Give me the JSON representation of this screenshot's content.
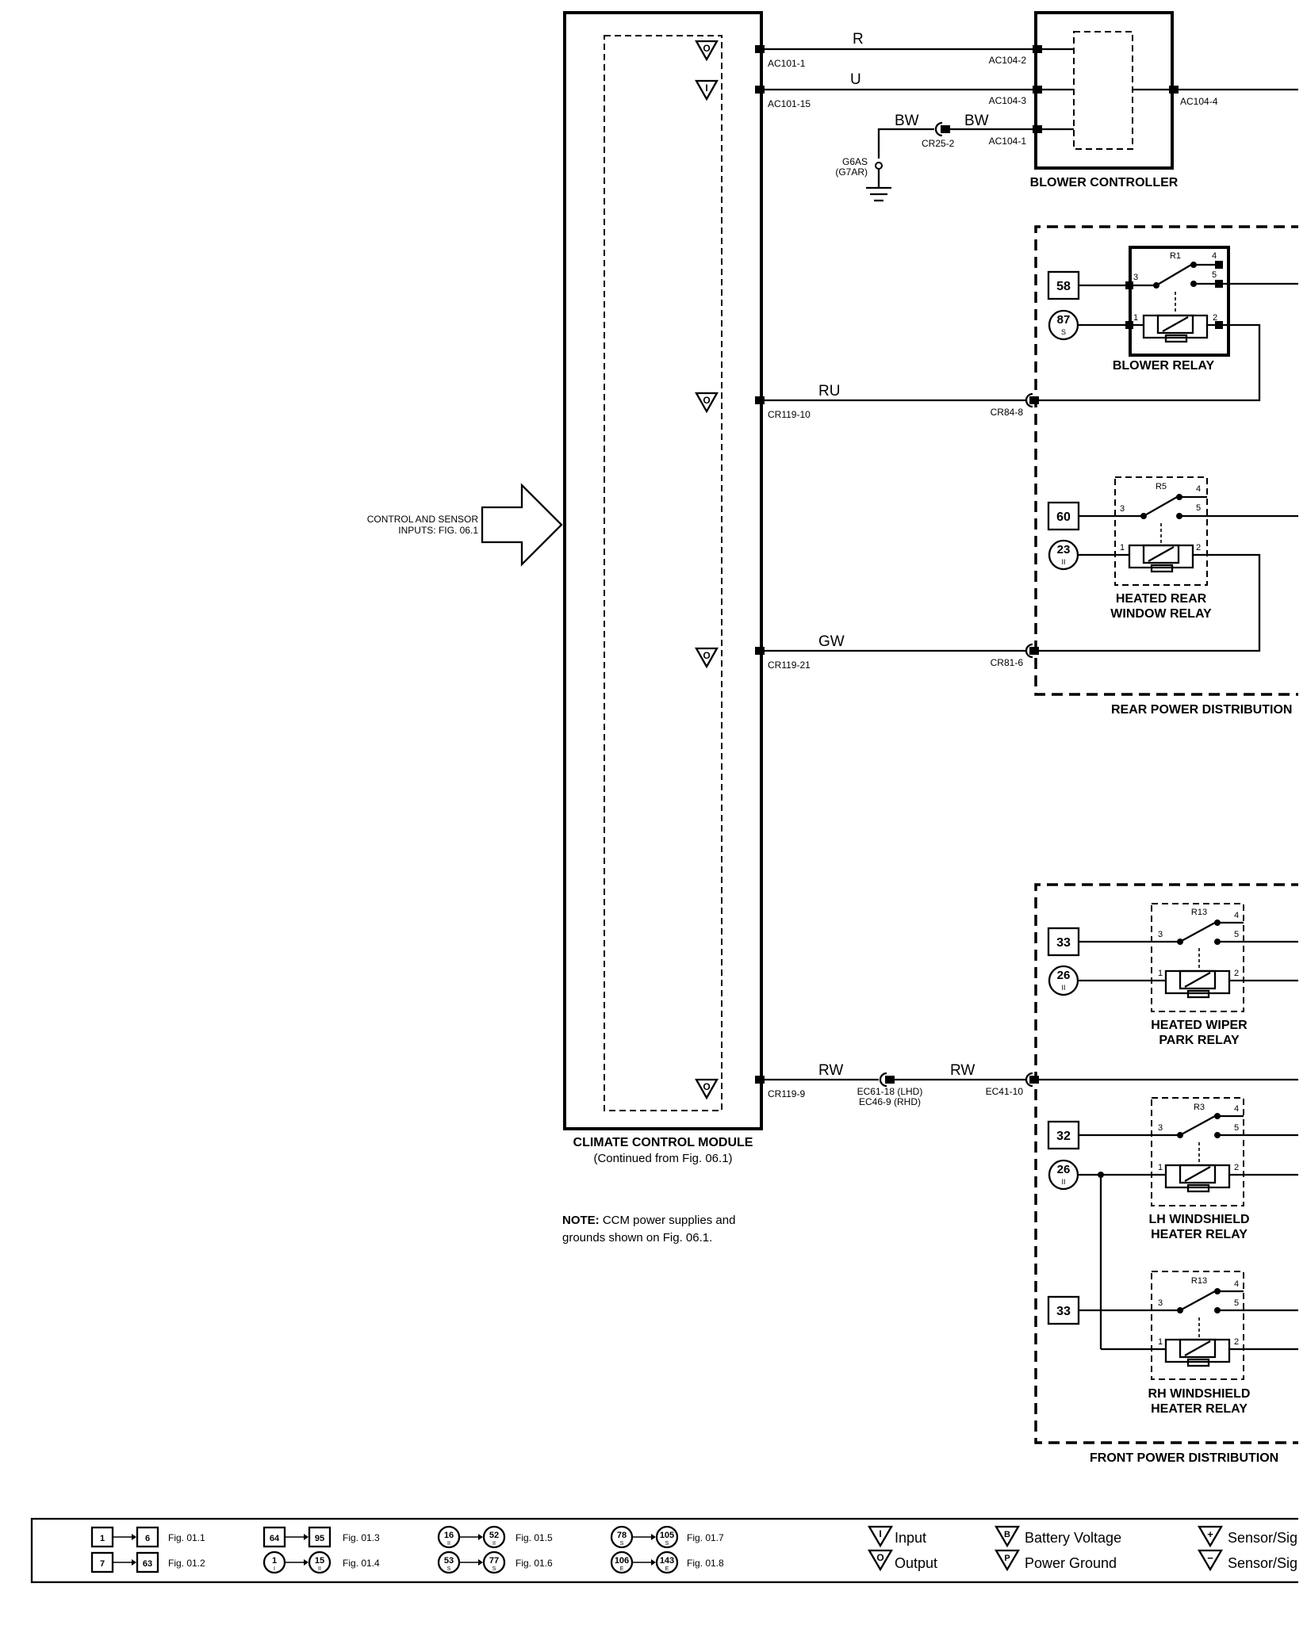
{
  "module": {
    "title": "CLIMATE CONTROL MODULE",
    "subtitle": "(Continued from Fig. 06.1)",
    "note_bold": "NOTE:",
    "note_line1": " CCM power supplies and",
    "note_line2": "grounds shown on Fig. 06.1."
  },
  "inputs_arrow": {
    "line1": "CONTROL AND SENSOR",
    "line2": "INPUTS: FIG. 06.1"
  },
  "pin_symbols": {
    "output": "O",
    "input": "I"
  },
  "wires": {
    "r": "R",
    "u": "U",
    "bw1": "BW",
    "bw2": "BW",
    "ru": "RU",
    "gw": "GW",
    "rw1": "RW",
    "rw2": "RW"
  },
  "connectors": {
    "ac101_1": "AC101-1",
    "ac101_15": "AC101-15",
    "ac104_2": "AC104-2",
    "ac104_3": "AC104-3",
    "ac104_1": "AC104-1",
    "ac104_4": "AC104-4",
    "cr25_2": "CR25-2",
    "g6as": "G6AS",
    "g7ar": "(G7AR)",
    "cr119_10": "CR119-10",
    "cr84_8": "CR84-8",
    "cr119_21": "CR119-21",
    "cr81_6": "CR81-6",
    "cr119_9": "CR119-9",
    "ec61_18": "EC61-18 (LHD)",
    "ec46_9": "EC46-9 (RHD)",
    "ec41_10": "EC41-10"
  },
  "blower_controller": {
    "label": "BLOWER CONTROLLER"
  },
  "rear_distribution": {
    "label": "REAR POWER DISTRIBUTION"
  },
  "front_distribution": {
    "label": "FRONT POWER DISTRIBUTION"
  },
  "relays": {
    "blower": {
      "id": "R1",
      "line1": "BLOWER RELAY",
      "line2": "",
      "fuse_box": "58",
      "fuse_circle": "87",
      "fuse_sub": "S"
    },
    "heated_rear": {
      "id": "R5",
      "line1": "HEATED REAR",
      "line2": "WINDOW RELAY",
      "fuse_box": "60",
      "fuse_circle": "23",
      "fuse_sub": "II"
    },
    "wiper_park": {
      "id": "R13",
      "line1": "HEATED WIPER",
      "line2": "PARK RELAY",
      "fuse_box": "33",
      "fuse_circle": "26",
      "fuse_sub": "II"
    },
    "lh_windshield": {
      "id": "R3",
      "line1": "LH WINDSHIELD",
      "line2": "HEATER RELAY",
      "fuse_box": "32",
      "fuse_circle": "26",
      "fuse_sub": "II"
    },
    "rh_windshield": {
      "id": "R13",
      "line1": "RH WINDSHIELD",
      "line2": "HEATER RELAY",
      "fuse_box": "33"
    }
  },
  "relay_pins": {
    "p1": "1",
    "p2": "2",
    "p3": "3",
    "p4": "4",
    "p5": "5"
  },
  "legend": {
    "rows": [
      {
        "from": "1",
        "to": "6",
        "fig": "Fig. 01.1"
      },
      {
        "from": "7",
        "to": "63",
        "fig": "Fig. 01.2"
      },
      {
        "from": "64",
        "to": "95",
        "fig": "Fig. 01.3"
      },
      {
        "from": "1",
        "from_sub": "I",
        "to": "15",
        "to_sub": "II",
        "fig": "Fig. 01.4"
      },
      {
        "from": "16",
        "from_sub": "II",
        "to": "52",
        "to_sub": "II",
        "fig": "Fig. 01.5"
      },
      {
        "from": "53",
        "from_sub": "S",
        "to": "77",
        "to_sub": "S",
        "fig": "Fig. 01.6"
      },
      {
        "from": "78",
        "from_sub": "S",
        "to": "105",
        "to_sub": "S",
        "fig": "Fig. 01.7"
      },
      {
        "from": "106",
        "from_sub": "E",
        "to": "143",
        "to_sub": "E",
        "fig": "Fig. 01.8"
      }
    ],
    "symbols": {
      "input_sym": "I",
      "input": "Input",
      "output_sym": "O",
      "output": "Output",
      "battery_sym": "B",
      "battery": "Battery Voltage",
      "ground_sym": "P",
      "ground": "Power Ground",
      "sensor_plus_sym": "+",
      "sensor_plus": "Sensor/Signal Supply",
      "sensor_minus_sym": "−",
      "sensor_minus": "Sensor/Signal Ground"
    }
  }
}
